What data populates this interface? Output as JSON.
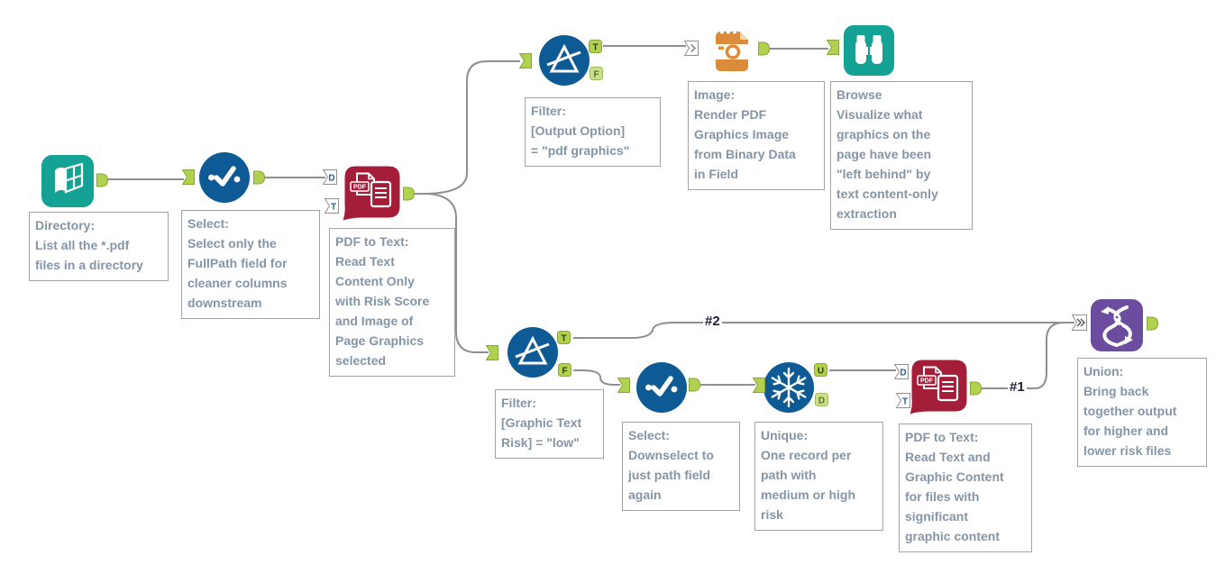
{
  "app": {
    "title": "Workflow canvas"
  },
  "colors": {
    "teal": "#14A294",
    "blue": "#0E5A94",
    "crimson": "#A51E39",
    "orange": "#DB8C3A",
    "purple": "#6B4C9F",
    "anchor_green": "#B2D14F",
    "anchor_green_border": "#84A73A",
    "wire_gray": "#8F8F8F",
    "caption_text": "#8495A6"
  },
  "tools": [
    {
      "name": "Directory",
      "caption": "Directory:\nList all the *.pdf\nfiles in a directory"
    },
    {
      "name": "Select",
      "caption": "Select:\nSelect only the\nFullPath field for\ncleaner columns\ndownstream"
    },
    {
      "name": "PDF to Text",
      "icon_text": "PDF",
      "inputs": {
        "d": "D",
        "t": "T"
      },
      "caption": "PDF to Text:\nRead Text\nContent Only\nwith Risk Score\nand Image of\nPage Graphics\nselected"
    },
    {
      "name": "Filter",
      "outputs": {
        "t": "T",
        "f": "F"
      },
      "caption": "Filter:\n[Output Option]\n= \"pdf graphics\""
    },
    {
      "name": "Image",
      "caption": "Image:\nRender PDF\nGraphics Image\nfrom Binary Data\nin Field"
    },
    {
      "name": "Browse",
      "caption": "Browse\nVisualize what\ngraphics on the\npage have been\n\"left behind\" by\ntext content-only\nextraction"
    },
    {
      "name": "Filter",
      "outputs": {
        "t": "T",
        "f": "F"
      },
      "caption": "Filter:\n[Graphic Text\nRisk] = \"low\""
    },
    {
      "name": "Select",
      "caption": "Select:\nDownselect to\njust path field\nagain"
    },
    {
      "name": "Unique",
      "outputs": {
        "u": "U",
        "d": "D"
      },
      "caption": "Unique:\nOne record per\npath with\nmedium or high\nrisk"
    },
    {
      "name": "PDF to Text",
      "icon_text": "PDF",
      "inputs": {
        "d": "D",
        "t": "T"
      },
      "caption": "PDF to Text:\nRead Text and\nGraphic Content\nfor files with\nsignificant\ngraphic content"
    },
    {
      "name": "Union",
      "caption": "Union:\nBring back\ntogether output\nfor higher and\nlower risk files"
    }
  ],
  "connection_labels": {
    "pdf_to_union": "#1",
    "filter_true_to_union": "#2"
  }
}
